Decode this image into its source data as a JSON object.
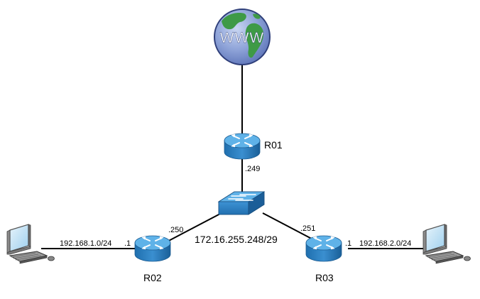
{
  "internet": {
    "label": "WWW"
  },
  "routers": {
    "r01": {
      "name": "R01"
    },
    "r02": {
      "name": "R02"
    },
    "r03": {
      "name": "R03"
    }
  },
  "interfaces": {
    "r01_transit": ".249",
    "r02_transit": ".250",
    "r03_transit": ".251",
    "r02_lan": ".1",
    "r03_lan": ".1"
  },
  "subnets": {
    "transit": "172.16.255.248/29",
    "lan_left": "192.168.1.0/24",
    "lan_right": "192.168.2.0/24"
  },
  "colors": {
    "router_body": "#2f86c6",
    "router_top": "#4fa7e0",
    "switch_body": "#3b8fd0",
    "globe_ocean": "#6f86c6",
    "globe_land": "#3e9a46",
    "link": "#000000"
  }
}
